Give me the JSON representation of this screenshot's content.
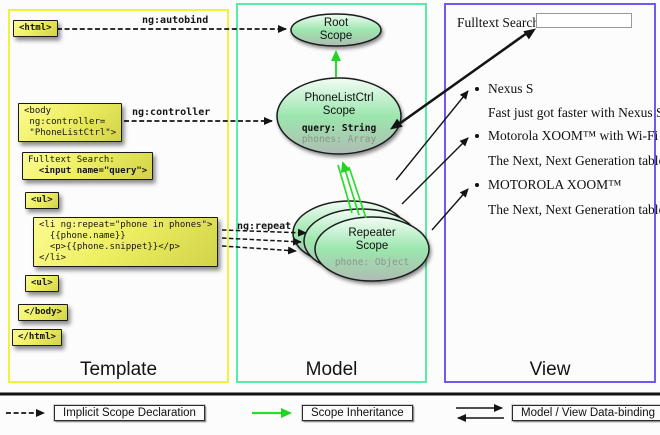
{
  "colors": {
    "template_border": "#f2f23c",
    "model_border": "#57eda6",
    "view_border": "#7158f2",
    "code_box_yellow": "#efef63",
    "scope_green": "#9ce6ae",
    "inheritance_arrow_green": "#2bdc2b",
    "binding_arrow_black": "#141414"
  },
  "columns": {
    "template": {
      "label": "Template"
    },
    "model": {
      "label": "Model"
    },
    "view": {
      "label": "View"
    }
  },
  "template": {
    "html_open": "<html>",
    "body_open": {
      "l1": "<body",
      "l2": " ng:controller=",
      "l3": " \"PhoneListCtrl\">"
    },
    "fulltext": {
      "l1": "Fulltext Search:",
      "l2": "  <input name=\"query\">"
    },
    "ul_open": "<ul>",
    "li_repeat": {
      "l1": "<li ng:repeat=\"phone in phones\">",
      "l2": "  {{phone.name}}",
      "l3": "  <p>{{phone.snippet}}</p>",
      "l4": "</li>"
    },
    "ul_second": "<ul>",
    "body_close": "</body>",
    "html_close": "</html>"
  },
  "arrows": {
    "autobind": "ng:autobind",
    "controller": "ng:controller",
    "repeat": "ng:repeat"
  },
  "model": {
    "root": {
      "line1": "Root",
      "line2": "Scope"
    },
    "phonelist": {
      "line1": "PhoneListCtrl",
      "line2": "Scope",
      "prop_query": "query: String",
      "prop_phones": "phones: Array"
    },
    "repeater": {
      "line1": "Repeater",
      "line2": "Scope",
      "prop_phone": "phone: Object"
    }
  },
  "view": {
    "search_label": "Fulltext Search:",
    "search_value": "",
    "items": [
      {
        "name": "Nexus S",
        "desc": "Fast just got faster with Nexus S."
      },
      {
        "name": "Motorola XOOM™ with Wi-Fi",
        "desc": "The Next, Next Generation tablet."
      },
      {
        "name": "MOTOROLA XOOM™",
        "desc": "The Next, Next Generation tablet."
      }
    ]
  },
  "legend": {
    "implicit": "Implicit Scope Declaration",
    "inheritance": "Scope Inheritance",
    "databinding": "Model / View Data-binding"
  }
}
